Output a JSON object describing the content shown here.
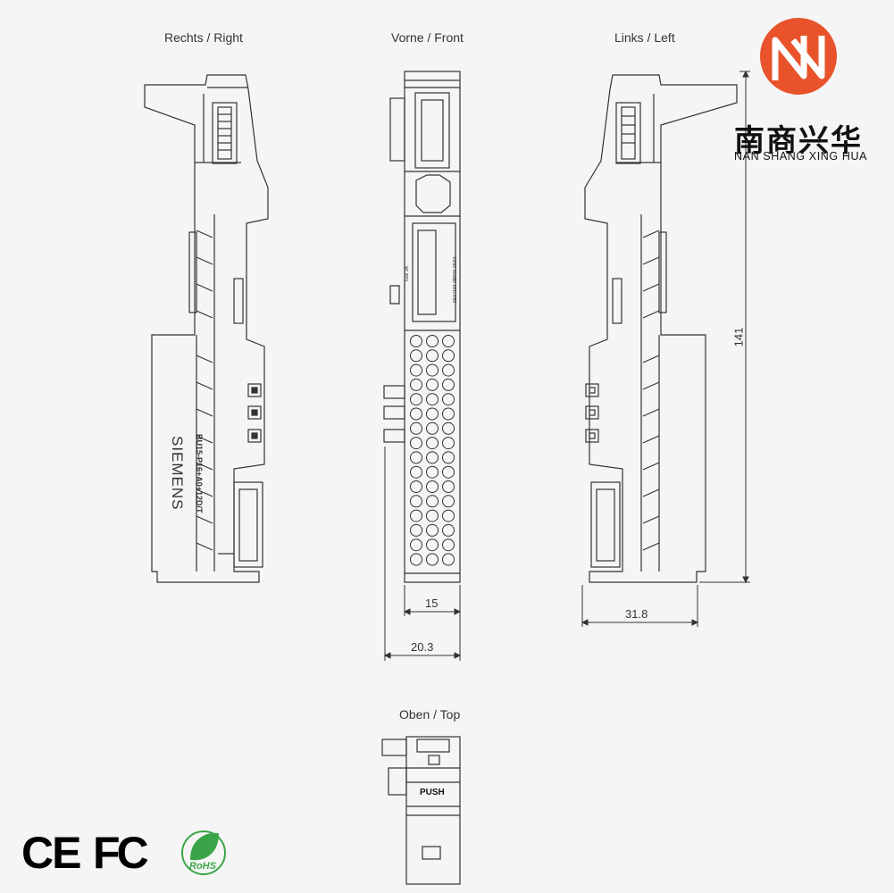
{
  "views": {
    "right": "Rechts / Right",
    "front": "Vorne / Front",
    "left": "Links / Left",
    "top": "Oben / Top"
  },
  "dimensions": {
    "front_width": "15",
    "front_total": "20.3",
    "left_depth": "31.8",
    "height": "141"
  },
  "device": {
    "brand": "SIEMENS",
    "model": "BU15-P16+A0+12D/T",
    "push_label": "PUSH",
    "fuse_label": "fuse 3A",
    "part_number": "6ES7193-6BP00-0DA0"
  },
  "logo": {
    "chinese": "南商兴华",
    "english": "NAN SHANG XING HUA",
    "color": "#e8532b"
  },
  "certifications": {
    "ce": "CE",
    "fcc": "FC",
    "rohs": "RoHS"
  }
}
